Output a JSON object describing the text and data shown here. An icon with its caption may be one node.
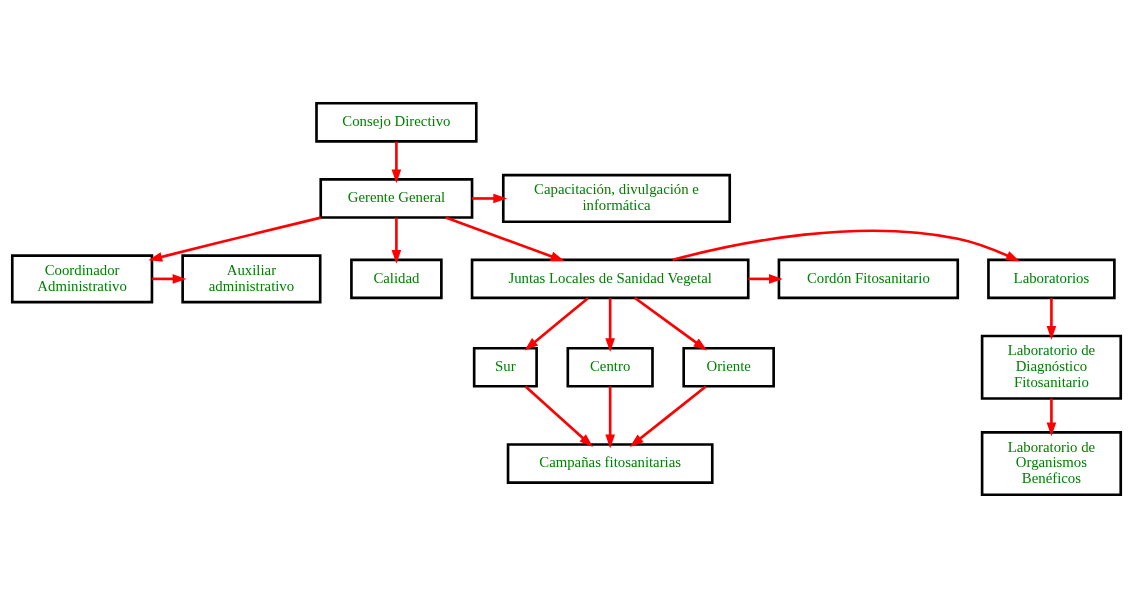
{
  "diagram": {
    "nodes": [
      {
        "text": [
          "Consejo Directivo"
        ]
      },
      {
        "text": [
          "Gerente General"
        ]
      },
      {
        "text": [
          "Capacitación, divulgación e informática"
        ]
      },
      {
        "text": [
          "Auxiliar administrativo"
        ]
      },
      {
        "text": [
          "Coordinador Administrativo"
        ]
      },
      {
        "text": [
          "Calidad"
        ]
      },
      {
        "text": [
          "Laboratorios"
        ]
      },
      {
        "text": [
          "Juntas Locales de Sanidad Vegetal"
        ]
      },
      {
        "text": [
          "Cordón Fitosanitario"
        ]
      },
      {
        "text": [
          "Laboratorio de Diagnóstico Fitosanitario"
        ]
      },
      {
        "text": [
          "Sur"
        ]
      },
      {
        "text": [
          "Centro"
        ]
      },
      {
        "text": [
          "Oriente"
        ]
      },
      {
        "text": [
          "Laboratorio de Organismos Benéficos"
        ]
      },
      {
        "text": [
          "Campañas fitosanitarias"
        ]
      }
    ],
    "edges": [
      {
        "from": 0,
        "to": 1,
        "arrow": "to"
      },
      {
        "from": 1,
        "to": 2,
        "arrow": "to"
      },
      {
        "from": 1,
        "to": 4,
        "arrow": "to"
      },
      {
        "from": 1,
        "to": 5,
        "arrow": "to"
      },
      {
        "from": 1,
        "to": 7,
        "arrow": "to"
      },
      {
        "from": 4,
        "to": 3,
        "arrow": "to"
      },
      {
        "from": 7,
        "to": 6,
        "arrow": "to"
      },
      {
        "from": 7,
        "to": 8,
        "arrow": "to"
      },
      {
        "from": 7,
        "to": 10,
        "arrow": "to"
      },
      {
        "from": 7,
        "to": 11,
        "arrow": "to"
      },
      {
        "from": 7,
        "to": 12,
        "arrow": "to"
      },
      {
        "from": 6,
        "to": 9,
        "arrow": "to"
      },
      {
        "from": 9,
        "to": 13,
        "arrow": "to"
      },
      {
        "from": 10,
        "to": 14,
        "arrow": "to"
      },
      {
        "from": 11,
        "to": 14,
        "arrow": "to"
      },
      {
        "from": 12,
        "to": 14,
        "arrow": "to"
      }
    ]
  }
}
